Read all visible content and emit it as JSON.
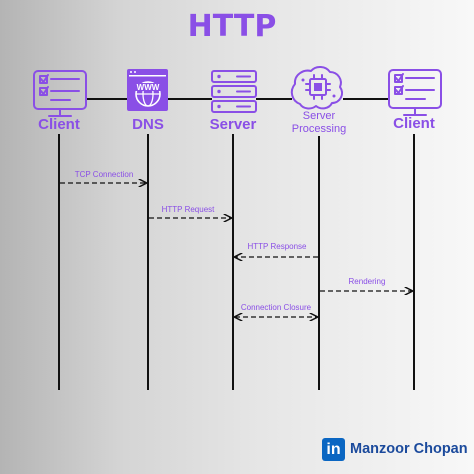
{
  "title": "HTTP",
  "actors": [
    {
      "label": "Client",
      "icon": "monitor-checklist-icon"
    },
    {
      "label": "DNS",
      "icon": "www-globe-icon"
    },
    {
      "label": "Server",
      "icon": "server-rack-icon"
    },
    {
      "label_lines": [
        "Server",
        "Processing"
      ],
      "icon": "processor-head-icon"
    },
    {
      "label": "Client",
      "icon": "monitor-checklist-icon"
    }
  ],
  "messages": [
    {
      "label": "TCP Connection",
      "from": 0,
      "to": 1
    },
    {
      "label": "HTTP Request",
      "from": 1,
      "to": 2
    },
    {
      "label": "HTTP Response",
      "from": 3,
      "to": 2
    },
    {
      "label": "Rendering",
      "from": 3,
      "to": 4
    },
    {
      "label": "Connection Closure",
      "from": 2,
      "to": 3,
      "bidirectional": true
    }
  ],
  "brand": {
    "badge": "in",
    "name": "Manzoor Chopan"
  },
  "colors": {
    "accent": "#8a4fe6",
    "line": "#111111",
    "brand_blue": "#0a66c2"
  }
}
